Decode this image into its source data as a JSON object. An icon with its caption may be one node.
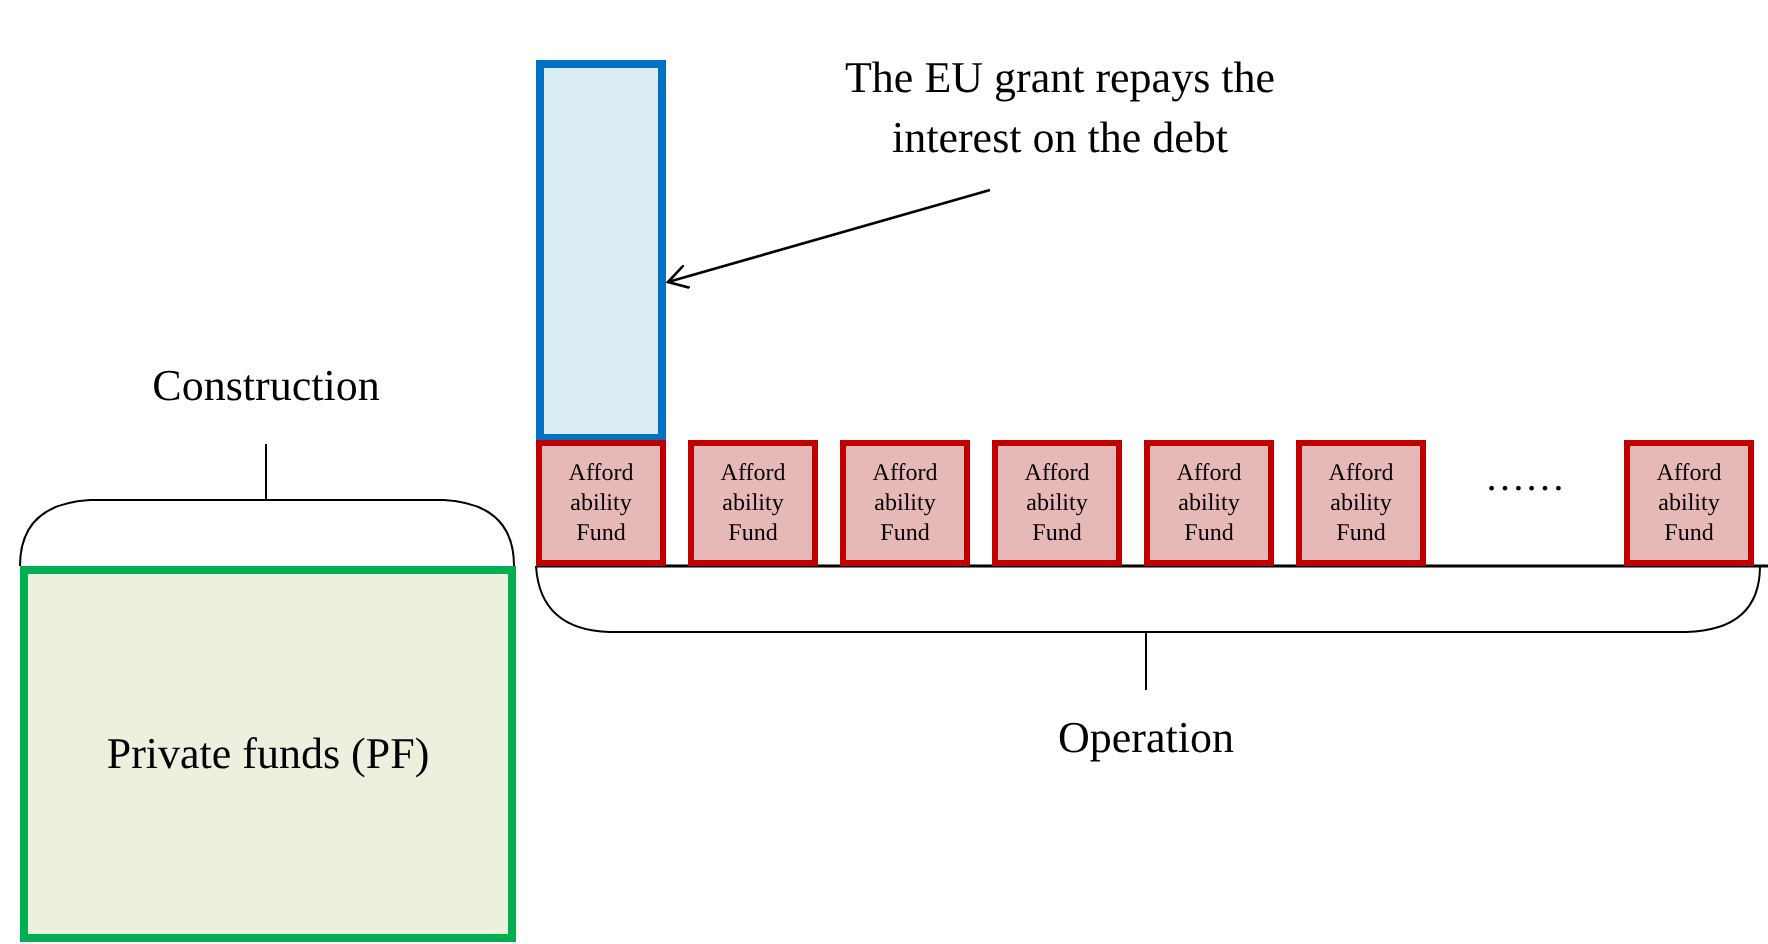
{
  "diagram": {
    "nodes": [
      {
        "text": [
          "Private funds (PF)"
        ]
      },
      {
        "text": [],
        "shape": "box"
      },
      {
        "text": [
          "Afford ability Fund"
        ]
      },
      {
        "text": [
          "Afford ability Fund"
        ]
      },
      {
        "text": [
          "Afford ability Fund"
        ]
      },
      {
        "text": [
          "Afford ability Fund"
        ]
      },
      {
        "text": [
          "Afford ability Fund"
        ]
      },
      {
        "text": [
          "Afford ability Fund"
        ]
      },
      {
        "text": [
          "Afford ability Fund"
        ]
      },
      {
        "text": [
          "The EU grant repays the interest on the debt"
        ]
      }
    ],
    "edges": [
      {
        "from": 9,
        "to": 1,
        "arrow": "to"
      }
    ],
    "labels": [
      "Construction",
      "……",
      "Operation"
    ]
  }
}
